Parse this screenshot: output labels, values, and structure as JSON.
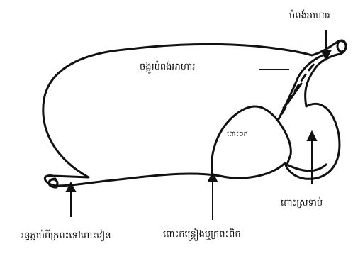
{
  "diagram": {
    "labels": {
      "esophagus": "បំពង់អាហារ",
      "esophageal_ring": "ចង្កូរបំពង់អាហារ",
      "reticulum": "ពោះចក",
      "omasum": "ពោះស្រទាប់",
      "abomasum": "ពោះកន្ត្រៀងឬក្រពះពិត",
      "duodenum": "រន្ធភ្ជាប់ពីក្រពះទៅពោះវៀន"
    },
    "colors": {
      "stroke": "#111111",
      "background": "#ffffff"
    }
  }
}
